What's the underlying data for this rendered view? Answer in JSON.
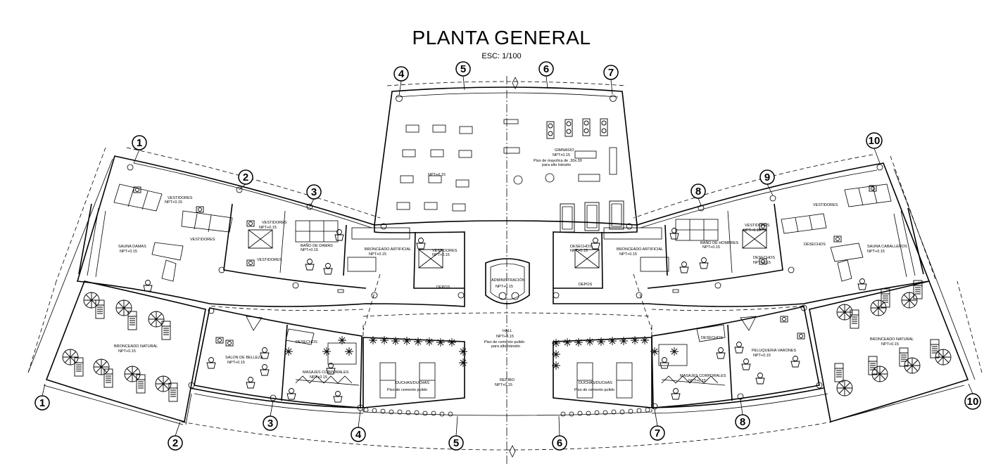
{
  "title": "PLANTA GENERAL",
  "scale": "ESC: 1/100",
  "axis_labels": {
    "a1_left": "1",
    "a2_left": "2",
    "a3_top": "3",
    "a4_top": "4",
    "a5_top": "5",
    "a6_top": "6",
    "a7_top": "7",
    "a8_top": "8",
    "a9_top": "9",
    "a10_right": "10",
    "a1_bottom": "1",
    "a2_bottom": "2",
    "a3_bottom": "3",
    "a4_bottom": "4",
    "a5_bottom": "5",
    "a6_bottom": "6",
    "a7_bottom": "7",
    "a8_bottom": "8",
    "a10_bottom": "10"
  },
  "rooms": {
    "gimnasio": "GIMNASIO",
    "piso_mayolica_1": "Piso de mayolica de .30x.30",
    "piso_mayolica_2": "para alto tránsito",
    "administracion": "ADMINISTRACIÓN",
    "hall": "HALL",
    "hall_piso_1": "Piso de cemento pulido",
    "hall_piso_2": "para alto tránsito",
    "recibo": "RECIBO",
    "duchas_left": "DUCHAS/DUCHAS",
    "duchas_right": "DUCHAS/DUCHAS",
    "duchas_piso_left": "Piso de cemento pulido",
    "duchas_piso_right": "Piso de cemento pulido",
    "bronceado_artificial_left": "BRONCEADO ARTIFICIAL",
    "bronceado_artificial_right": "BRONCEADO ARTIFICIAL",
    "bronceado_natural_left": "BRONCEADO NATURAL",
    "bronceado_natural_right": "BRONCEADO NATURAL",
    "sauna_damas": "SAUNA DAMAS",
    "sauna_caballeros": "SAUNA CABALLEROS",
    "vestidores_1": "VESTIDORES",
    "vestidores_2": "VESTIDORES",
    "vestidores_3": "VESTIDORES",
    "vestidores_4": "VESTIDORES",
    "vestidores_5": "VESTIDORES",
    "vestidores_6": "VESTIDORES",
    "vestidores_7": "VESTIDORES",
    "bano_damas": "BAÑO DE DAMAS",
    "bano_hombres": "BAÑO DE HOMBRES",
    "salon_belleza": "SALON DE BELLEZA",
    "peluqueria": "PELUQUERIA VARONES",
    "masajes_left": "MASAJES CORPORALES",
    "masajes_right": "MASAJES CORPORALES",
    "desechos_1": "DESECHOS",
    "desechos_2": "DESECHOS",
    "desechos_3": "DESECHOS",
    "desechos_4": "DESECHOS",
    "depos_left": "DEPOS",
    "depos_right": "DEPOS",
    "nivel": "NPT+0.15"
  }
}
